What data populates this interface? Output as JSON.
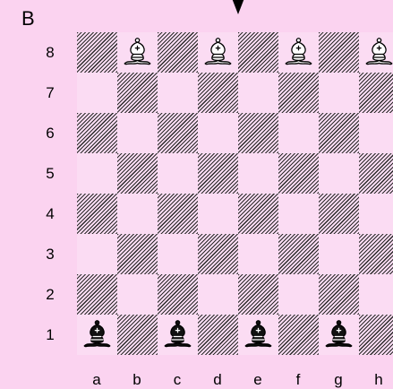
{
  "board_label": "B",
  "ranks": [
    "8",
    "7",
    "6",
    "5",
    "4",
    "3",
    "2",
    "1"
  ],
  "files": [
    "a",
    "b",
    "c",
    "d",
    "e",
    "f",
    "g",
    "h"
  ],
  "colors": {
    "background": "#fbd3f0",
    "light_square": "#fbdcf3",
    "dark_square_hatch": "#2a2a2a"
  },
  "turn_indicator": "black-arrow-down",
  "pieces": [
    {
      "square": "b8",
      "type": "bishop",
      "color": "white"
    },
    {
      "square": "d8",
      "type": "bishop",
      "color": "white"
    },
    {
      "square": "f8",
      "type": "bishop",
      "color": "white"
    },
    {
      "square": "h8",
      "type": "bishop",
      "color": "white"
    },
    {
      "square": "a1",
      "type": "bishop",
      "color": "black"
    },
    {
      "square": "c1",
      "type": "bishop",
      "color": "black"
    },
    {
      "square": "e1",
      "type": "bishop",
      "color": "black"
    },
    {
      "square": "g1",
      "type": "bishop",
      "color": "black"
    }
  ]
}
